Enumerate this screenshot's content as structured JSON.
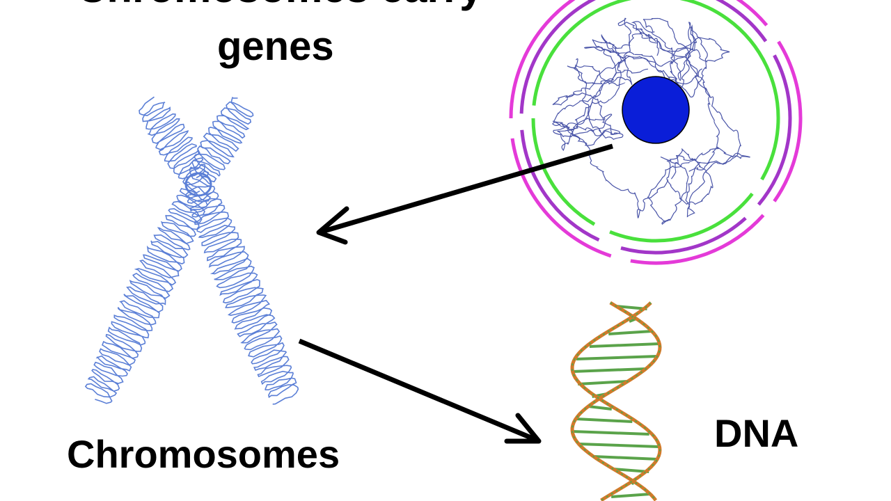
{
  "title": {
    "line1": "Chromosomes carry",
    "line2": "genes"
  },
  "labels": {
    "chromosomes": "Chromosomes",
    "dna": "DNA"
  },
  "colors": {
    "chromosome": "#5b7fd6",
    "nucleolus": "#0a1ed8",
    "chromatin": "#4a55a8",
    "envelope_inner": "#49e03c",
    "envelope_mid": "#a236c8",
    "envelope_outer": "#e43ad8",
    "arrow": "#000000",
    "dna_backbone": "#d27a2a",
    "dna_base": "#5aa34a"
  }
}
